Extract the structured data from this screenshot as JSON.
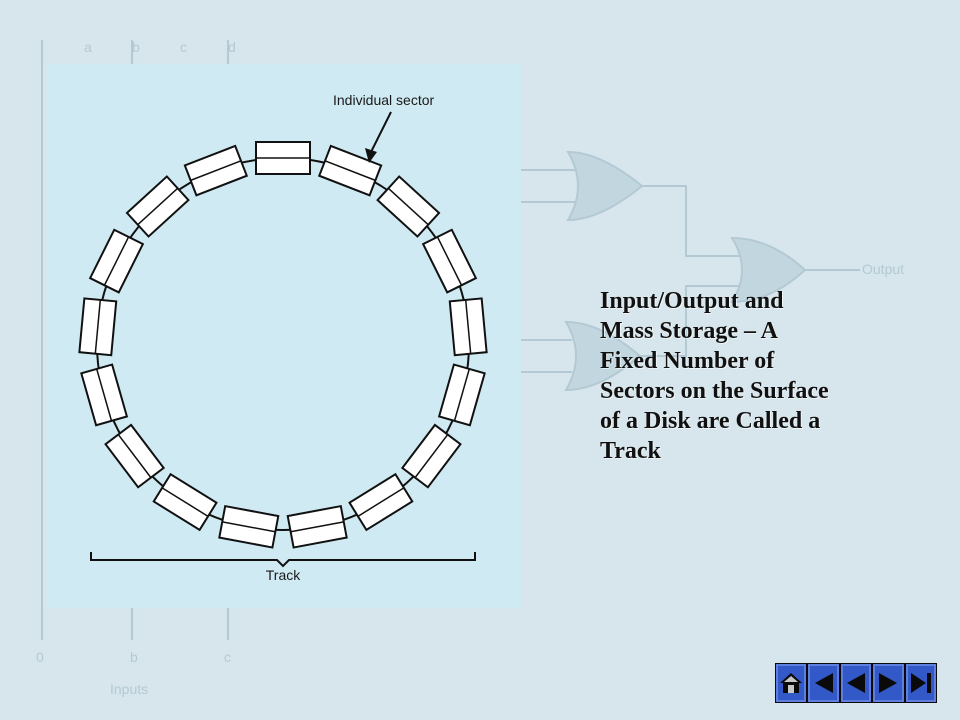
{
  "diagram": {
    "callout_label": "Individual sector",
    "track_label": "Track",
    "sector_count": 17
  },
  "caption": {
    "lines": [
      "Input/Output and",
      "Mass Storage – A",
      "Fixed Number of",
      "Sectors on the Surface",
      "of a Disk are Called  a",
      "Track"
    ]
  },
  "nav": {
    "buttons": [
      "home-icon",
      "first-icon",
      "prev-icon",
      "next-icon",
      "last-icon"
    ]
  }
}
